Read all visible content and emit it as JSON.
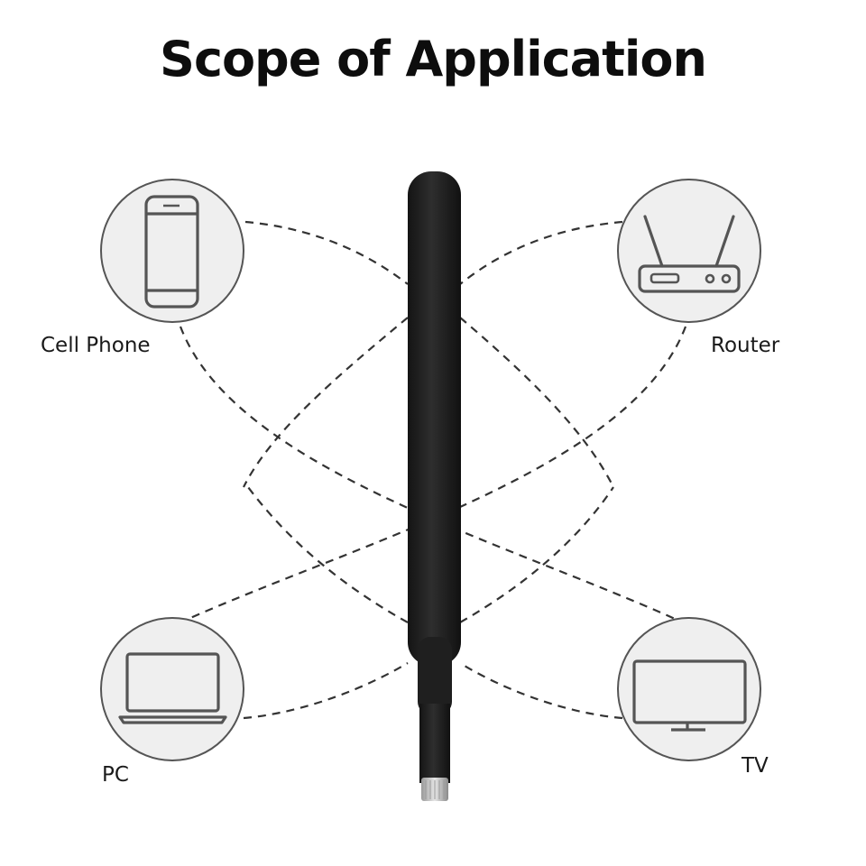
{
  "title": "Scope of Application",
  "devices": [
    {
      "id": "cell-phone",
      "label": "Cell Phone",
      "icon": "phone-icon"
    },
    {
      "id": "router",
      "label": "Router",
      "icon": "router-icon"
    },
    {
      "id": "pc",
      "label": "PC",
      "icon": "laptop-icon"
    },
    {
      "id": "tv",
      "label": "TV",
      "icon": "tv-icon"
    }
  ],
  "colors": {
    "background": "#ffffff",
    "circle_fill": "#efefef",
    "circle_stroke": "#555555",
    "icon_stroke": "#555555",
    "dashed_line": "#333333",
    "antenna": "#1e1e1e",
    "connector": "#c9c9c9"
  }
}
